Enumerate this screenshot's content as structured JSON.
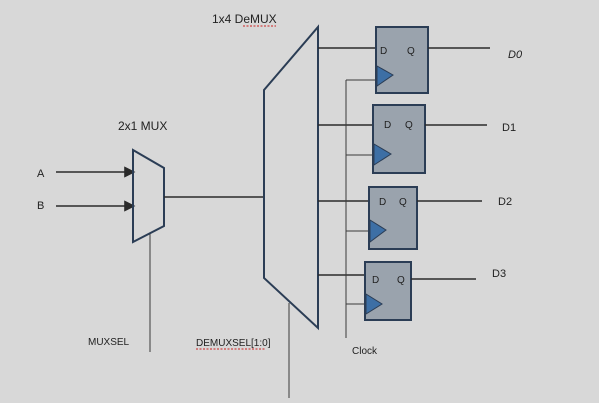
{
  "labels": {
    "demux_title": "1x4 DeMUX",
    "mux_title": "2x1 MUX",
    "input_a": "A",
    "input_b": "B",
    "muxsel": "MUXSEL",
    "demuxsel": "DEMUXSEL[1:0]",
    "clock": "Clock"
  },
  "flipflops": [
    {
      "d": "D",
      "q": "Q",
      "output": "D0"
    },
    {
      "d": "D",
      "q": "Q",
      "output": "D1"
    },
    {
      "d": "D",
      "q": "Q",
      "output": "D2"
    },
    {
      "d": "D",
      "q": "Q",
      "output": "D3"
    }
  ],
  "colors": {
    "flipflop_fill": "#9aa3ad",
    "clock_triangle": "#3d6fa5",
    "outline": "#2b3d55"
  }
}
